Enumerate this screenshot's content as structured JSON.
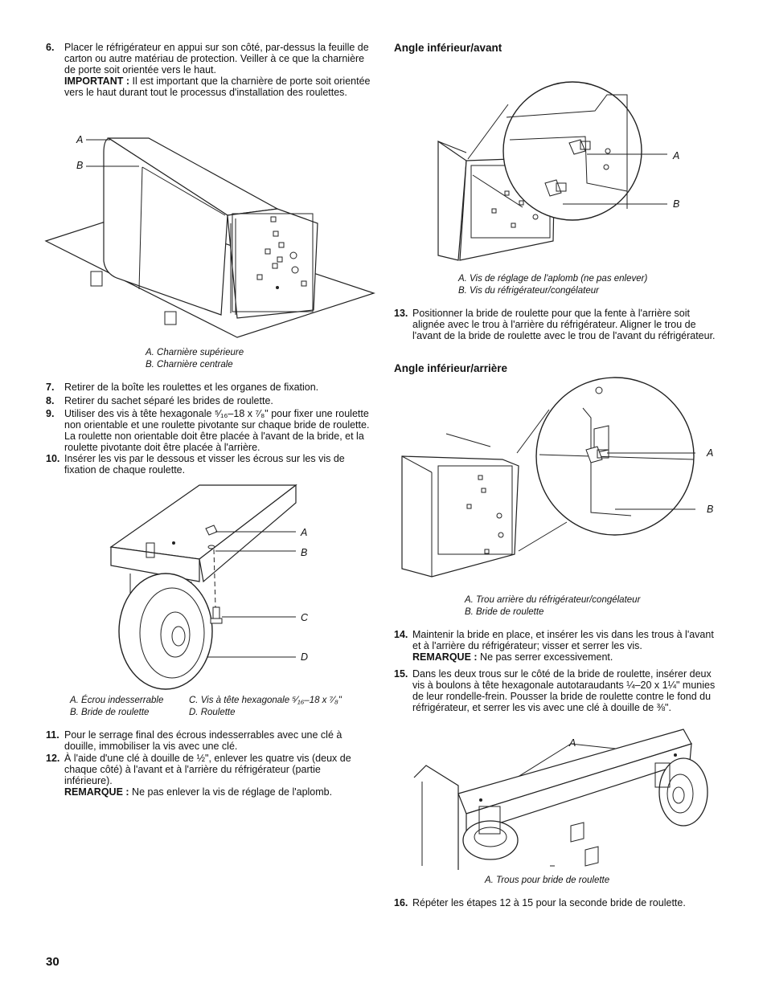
{
  "page_number": "30",
  "left": {
    "step6": {
      "num": "6.",
      "text": "Placer le réfrigérateur en appui sur son côté, par-dessus la feuille de carton ou autre matériau de protection. Veiller à ce que la charnière de porte soit orientée vers le haut.",
      "important_label": "IMPORTANT :",
      "important_text": " Il est important que la charnière de porte soit orientée vers le haut durant tout le processus d'installation des roulettes."
    },
    "fig1": {
      "label_a": "A",
      "label_b": "B",
      "caption_a": "A. Charnière supérieure",
      "caption_b": "B. Charnière centrale"
    },
    "step7": {
      "num": "7.",
      "text": "Retirer de la boîte les roulettes et les organes de fixation."
    },
    "step8": {
      "num": "8.",
      "text": "Retirer du sachet séparé les brides de roulette."
    },
    "step9": {
      "num": "9.",
      "text": "Utiliser des vis à tête hexagonale ⁵⁄₁₆–18 x ⁷⁄₈\" pour fixer une roulette non orientable et une roulette pivotante sur chaque bride de roulette. La roulette non orientable doit être placée à l'avant de la bride, et la roulette pivotante doit être placée à l'arrière."
    },
    "step10": {
      "num": "10.",
      "text": "Insérer les vis par le dessous et visser les écrous sur les vis de fixation de chaque roulette."
    },
    "fig2": {
      "label_a": "A",
      "label_b": "B",
      "label_c": "C",
      "label_d": "D",
      "caption_a": "A. Écrou indesserrable",
      "caption_b": "B. Bride de roulette",
      "caption_c": "C. Vis à tête hexagonale ⁵⁄₁₆–18 x ⁷⁄₈\"",
      "caption_d": "D. Roulette"
    },
    "step11": {
      "num": "11.",
      "text": "Pour le serrage final des écrous indesserrables avec une clé à douille, immobiliser la vis avec une clé."
    },
    "step12": {
      "num": "12.",
      "text": "À l'aide d'une clé à douille de ½\", enlever les quatre vis (deux de chaque côté) à l'avant et à l'arrière du réfrigérateur (partie inférieure).",
      "note_label": "REMARQUE :",
      "note_text": " Ne pas enlever la vis de réglage de l'aplomb."
    }
  },
  "right": {
    "heading1": "Angle inférieur/avant",
    "fig3": {
      "label_a": "A",
      "label_b": "B",
      "caption_a": "A. Vis de réglage de l'aplomb (ne pas enlever)",
      "caption_b": "B. Vis du réfrigérateur/congélateur"
    },
    "step13": {
      "num": "13.",
      "text": "Positionner la bride de roulette pour que la fente à l'arrière soit alignée avec le trou à l'arrière du réfrigérateur. Aligner le trou de l'avant de la bride de roulette avec le trou de l'avant du réfrigérateur."
    },
    "heading2": "Angle inférieur/arrière",
    "fig4": {
      "label_a": "A",
      "label_b": "B",
      "caption_a": "A. Trou arrière du réfrigérateur/congélateur",
      "caption_b": "B. Bride de roulette"
    },
    "step14": {
      "num": "14.",
      "text": "Maintenir la bride en place, et insérer les vis dans les trous à l'avant et à l'arrière du réfrigérateur; visser et serrer les vis.",
      "note_label": "REMARQUE :",
      "note_text": " Ne pas serrer excessivement."
    },
    "step15": {
      "num": "15.",
      "text": "Dans les deux trous sur le côté de la bride de roulette, insérer deux vis à boulons à tête hexagonale autotaraudants ¼–20 x 1¼\" munies de leur rondelle-frein. Pousser la bride de roulette contre le fond du réfrigérateur, et serrer les vis avec une clé à douille de ⅜\"."
    },
    "fig5": {
      "label_a": "A",
      "caption_a": "A. Trous pour bride de roulette"
    },
    "step16": {
      "num": "16.",
      "text": "Répéter les étapes 12 à 15 pour la seconde bride de roulette."
    }
  }
}
